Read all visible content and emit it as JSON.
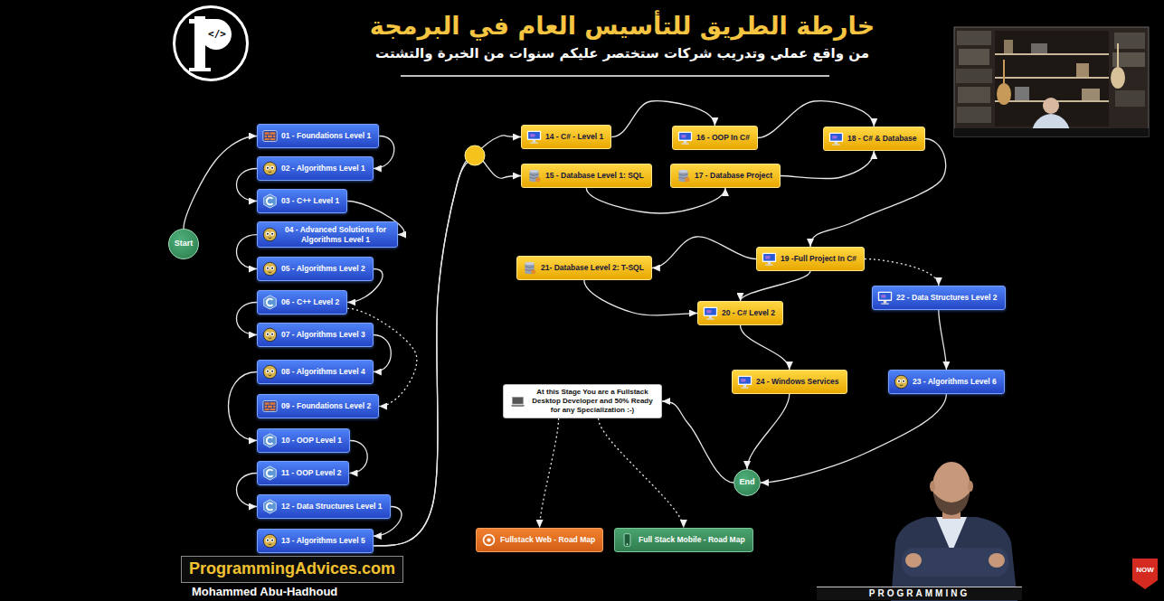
{
  "diagram": {
    "title": "خارطة الطريق للتأسيس العام في البرمجة",
    "nodes": [
      {
        "text": [
          "</>"
        ]
      },
      {
        "text": [
          "Start"
        ]
      },
      {
        "text": [
          "01 - Foundations Level 1"
        ]
      },
      {
        "text": [
          "02 - Algorithms Level 1"
        ]
      },
      {
        "text": [
          "03 - C++ Level 1"
        ]
      },
      {
        "text": [
          "04 - Advanced Solutions for Algorithms Level 1"
        ]
      },
      {
        "text": [
          "05 - Algorithms Level 2"
        ]
      },
      {
        "text": [
          "06 - C++ Level 2"
        ]
      },
      {
        "text": [
          "07 - Algorithms Level 3"
        ]
      },
      {
        "text": [
          "08 - Algorithms Level 4"
        ]
      },
      {
        "text": [
          "09 - Foundations Level 2"
        ]
      },
      {
        "text": [
          "10 - OOP Level 1"
        ]
      },
      {
        "text": [
          "11 - OOP Level 2"
        ]
      },
      {
        "text": [
          "12 - Data Structures Level 1"
        ]
      },
      {
        "text": [
          "13 - Algorithms Level 5"
        ]
      },
      {
        "text": [
          "14 - C# - Level 1"
        ]
      },
      {
        "text": [
          "15 - Database Level 1: SQL"
        ]
      },
      {
        "text": [
          "16 - OOP In C#"
        ]
      },
      {
        "text": [
          "17 - Database Project"
        ]
      },
      {
        "text": [
          "18 - C# & Database"
        ]
      },
      {
        "text": [
          "19 -Full Project In C#"
        ]
      },
      {
        "text": [
          "21- Database Level 2: T-SQL"
        ]
      },
      {
        "text": [
          "22 - Data Structures Level 2"
        ]
      },
      {
        "text": [
          "20 - C# Level 2"
        ]
      },
      {
        "text": [
          "24 - Windows Services"
        ]
      },
      {
        "text": [
          "23 - Algorithms Level 6"
        ]
      },
      {
        "text": [
          "At this Stage You are a Fullstack Desktop Developer and 50% Ready for any Specialization :-)"
        ]
      },
      {
        "text": [
          "End"
        ]
      },
      {
        "text": [
          "Fullstack Web - Road Map"
        ]
      },
      {
        "text": [
          "Full Stack Mobile - Road Map"
        ]
      },
      {
        "text": [
          "ProgrammingAdvices.com"
        ]
      }
    ],
    "edges": [
      {
        "from": 1,
        "to": 2,
        "arrow": "to"
      },
      {
        "from": 2,
        "to": 3,
        "arrow": "to"
      },
      {
        "from": 3,
        "to": 4,
        "arrow": "to"
      },
      {
        "from": 4,
        "to": 5,
        "arrow": "to"
      },
      {
        "from": 5,
        "to": 6,
        "arrow": "to"
      },
      {
        "from": 6,
        "to": 7,
        "arrow": "to"
      },
      {
        "from": 7,
        "to": 8,
        "arrow": "to"
      },
      {
        "from": 8,
        "to": 9,
        "arrow": "to"
      },
      {
        "from": 7,
        "to": 10,
        "arrow": "to"
      },
      {
        "from": 9,
        "to": 11,
        "arrow": "to"
      },
      {
        "from": 11,
        "to": 12,
        "arrow": "to"
      },
      {
        "from": 12,
        "to": 13,
        "arrow": "to"
      },
      {
        "from": 13,
        "to": 14,
        "arrow": "to"
      },
      {
        "from": 14,
        "to": 15,
        "arrow": "to"
      },
      {
        "from": 14,
        "to": 16,
        "arrow": "to"
      },
      {
        "from": 15,
        "to": 17,
        "arrow": "to"
      },
      {
        "from": 16,
        "to": 18,
        "arrow": "to"
      },
      {
        "from": 17,
        "to": 19,
        "arrow": "to"
      },
      {
        "from": 18,
        "to": 19,
        "arrow": "to"
      },
      {
        "from": 19,
        "to": 20,
        "arrow": "to"
      },
      {
        "from": 20,
        "to": 21,
        "arrow": "to"
      },
      {
        "from": 21,
        "to": 23,
        "arrow": "to"
      },
      {
        "from": 20,
        "to": 23,
        "arrow": "to"
      },
      {
        "from": 20,
        "to": 22,
        "arrow": "to"
      },
      {
        "from": 23,
        "to": 24,
        "arrow": "to"
      },
      {
        "from": 22,
        "to": 25,
        "arrow": "to"
      },
      {
        "from": 24,
        "to": 27,
        "arrow": "to"
      },
      {
        "from": 25,
        "to": 27,
        "arrow": "to"
      },
      {
        "from": 27,
        "to": 26,
        "arrow": "to"
      },
      {
        "from": 26,
        "to": 28,
        "arrow": "to"
      },
      {
        "from": 26,
        "to": 29,
        "arrow": "to"
      }
    ],
    "labels": [
      "من واقع عملي وتدريب شركات ستختصر عليكم سنوات من الخبرة والتشتت",
      "Mohammed Abu-Hadhoud",
      "PROGRAMMING",
      "NOW"
    ]
  }
}
